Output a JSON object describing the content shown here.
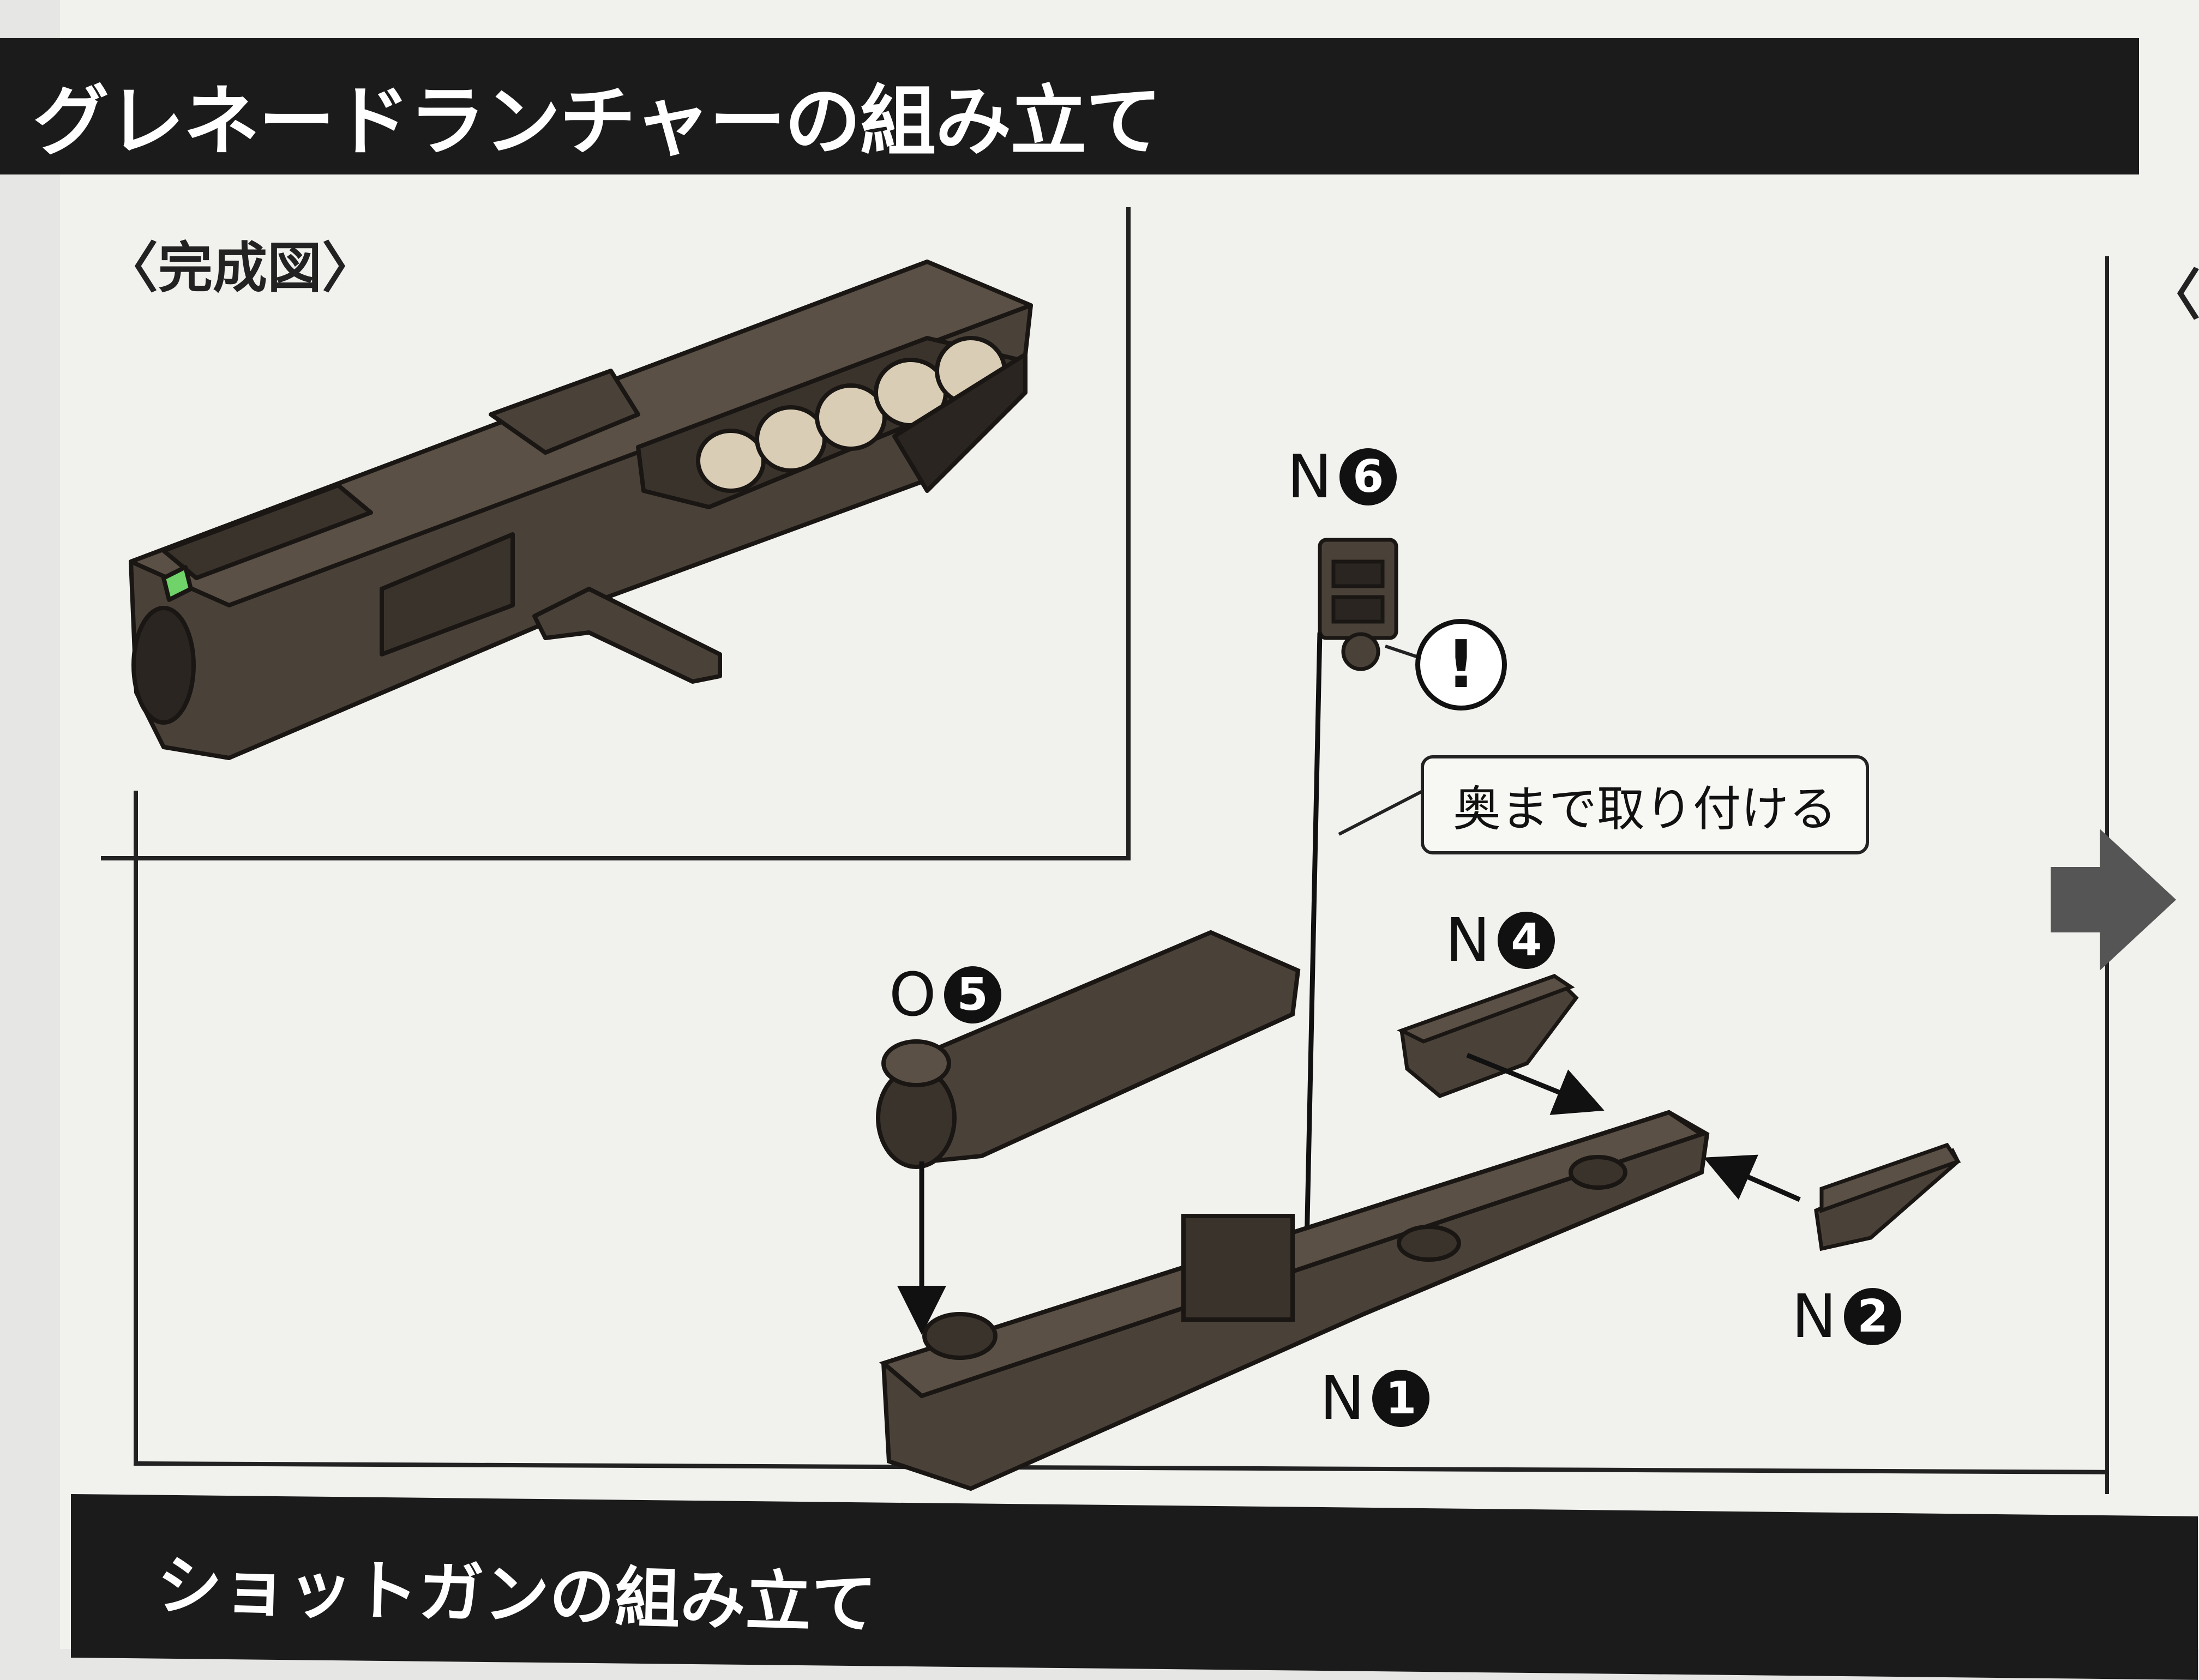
{
  "page": {
    "section_title": "グレネードランチャーの組み立て",
    "next_section_title": "ショットガンの組み立て",
    "complete_label": "〈完成図〉",
    "right_partial_label": "〈ク"
  },
  "instructions": {
    "callout": "奥まで取り付ける",
    "warning_mark": "!"
  },
  "parts": [
    {
      "letter": "N",
      "number": "6"
    },
    {
      "letter": "O",
      "number": "5"
    },
    {
      "letter": "N",
      "number": "4"
    },
    {
      "letter": "N",
      "number": "2"
    },
    {
      "letter": "N",
      "number": "1"
    }
  ],
  "colors": {
    "part_brown": "#4a4239",
    "part_dark": "#2a2520",
    "ammo": "#d9cdb6",
    "header_bg": "#1b1b1b",
    "sight_green": "#6fd36a"
  }
}
